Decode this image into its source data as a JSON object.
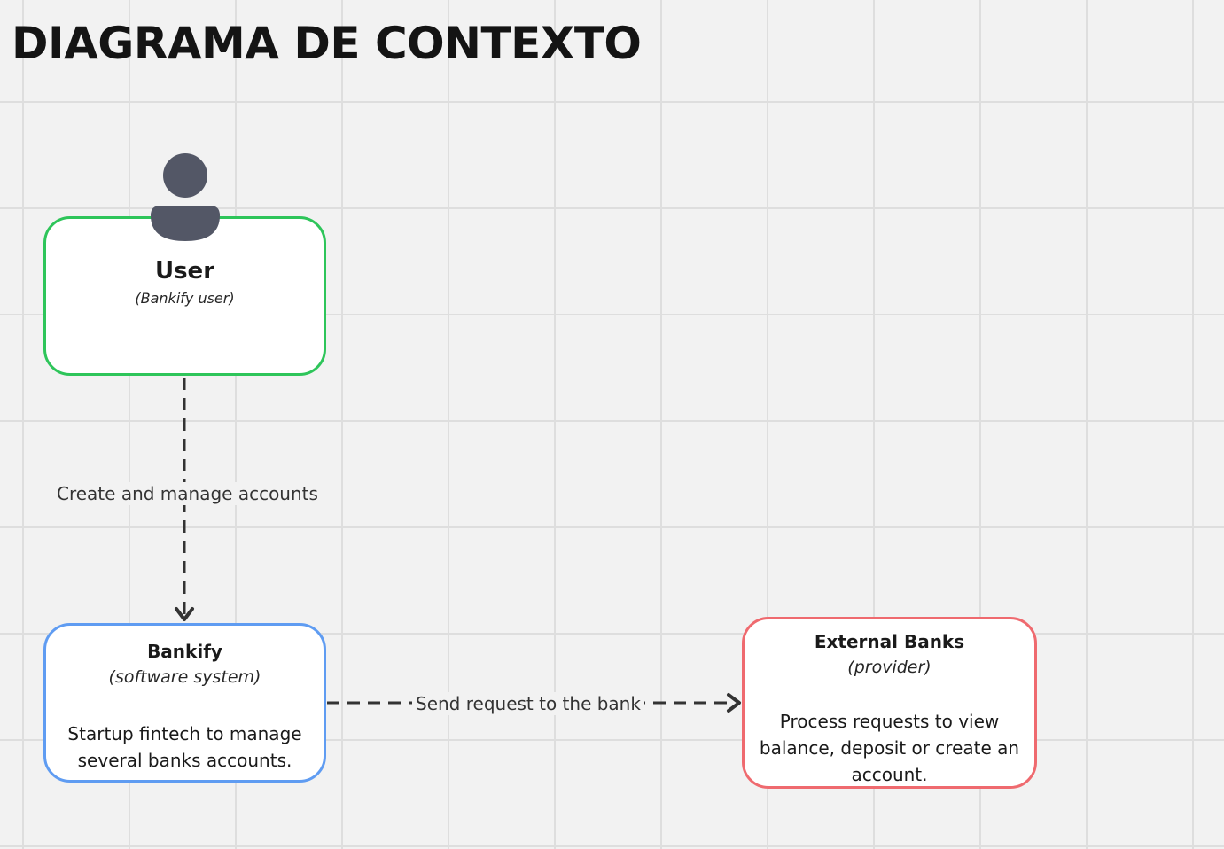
{
  "title": "DIAGRAMA DE CONTEXTO",
  "nodes": {
    "user": {
      "name": "User",
      "subtitle": "(Bankify user)",
      "icon": "person-icon",
      "border_color": "#2ec55a"
    },
    "bankify": {
      "name": "Bankify",
      "subtitle": "(software system)",
      "description": "Startup fintech to manage several banks accounts.",
      "border_color": "#5f9cf2"
    },
    "external_banks": {
      "name": "External Banks",
      "subtitle": "(provider)",
      "description": "Process requests to view balance, deposit or create an account.",
      "border_color": "#ef6a6f"
    }
  },
  "edges": {
    "user_to_bankify": {
      "label": "Create and manage accounts",
      "style": "dashed",
      "arrow": "arrow-down-icon"
    },
    "bankify_to_banks": {
      "label": "Send request to the bank",
      "style": "dashed",
      "arrow": "arrow-right-icon"
    }
  },
  "colors": {
    "background": "#f2f2f2",
    "grid": "#dedede",
    "connector": "#333333",
    "icon": "#535766"
  }
}
